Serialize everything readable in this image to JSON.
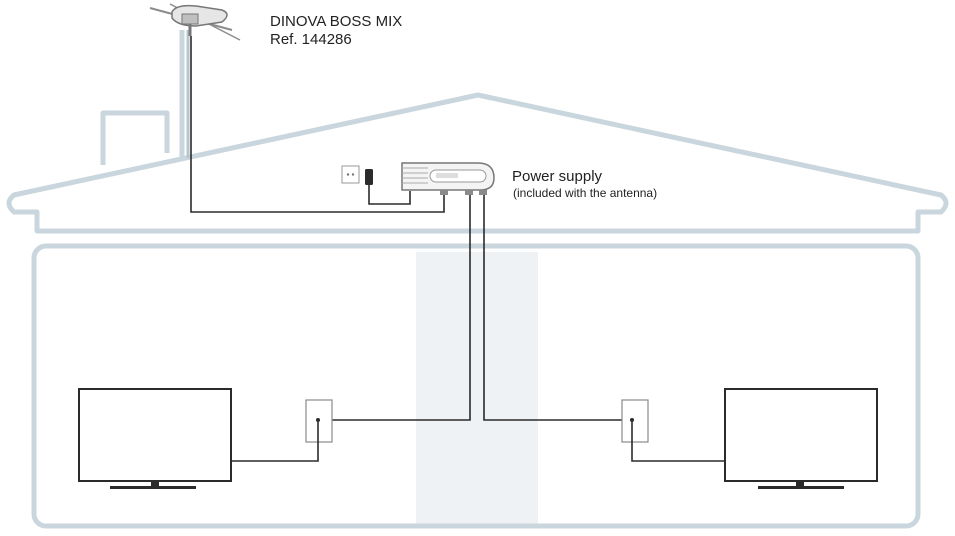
{
  "labels": {
    "product_name": "DINOVA BOSS MIX",
    "product_ref": "Ref. 144286",
    "power_supply": "Power supply",
    "power_supply_note": "(included with the antenna)"
  },
  "colors": {
    "house_outline": "#c9d6dd",
    "interior_column": "#eef2f4",
    "cable": "#2b2b2b",
    "device_outline": "#777777",
    "device_fill": "#f2f2f2"
  }
}
